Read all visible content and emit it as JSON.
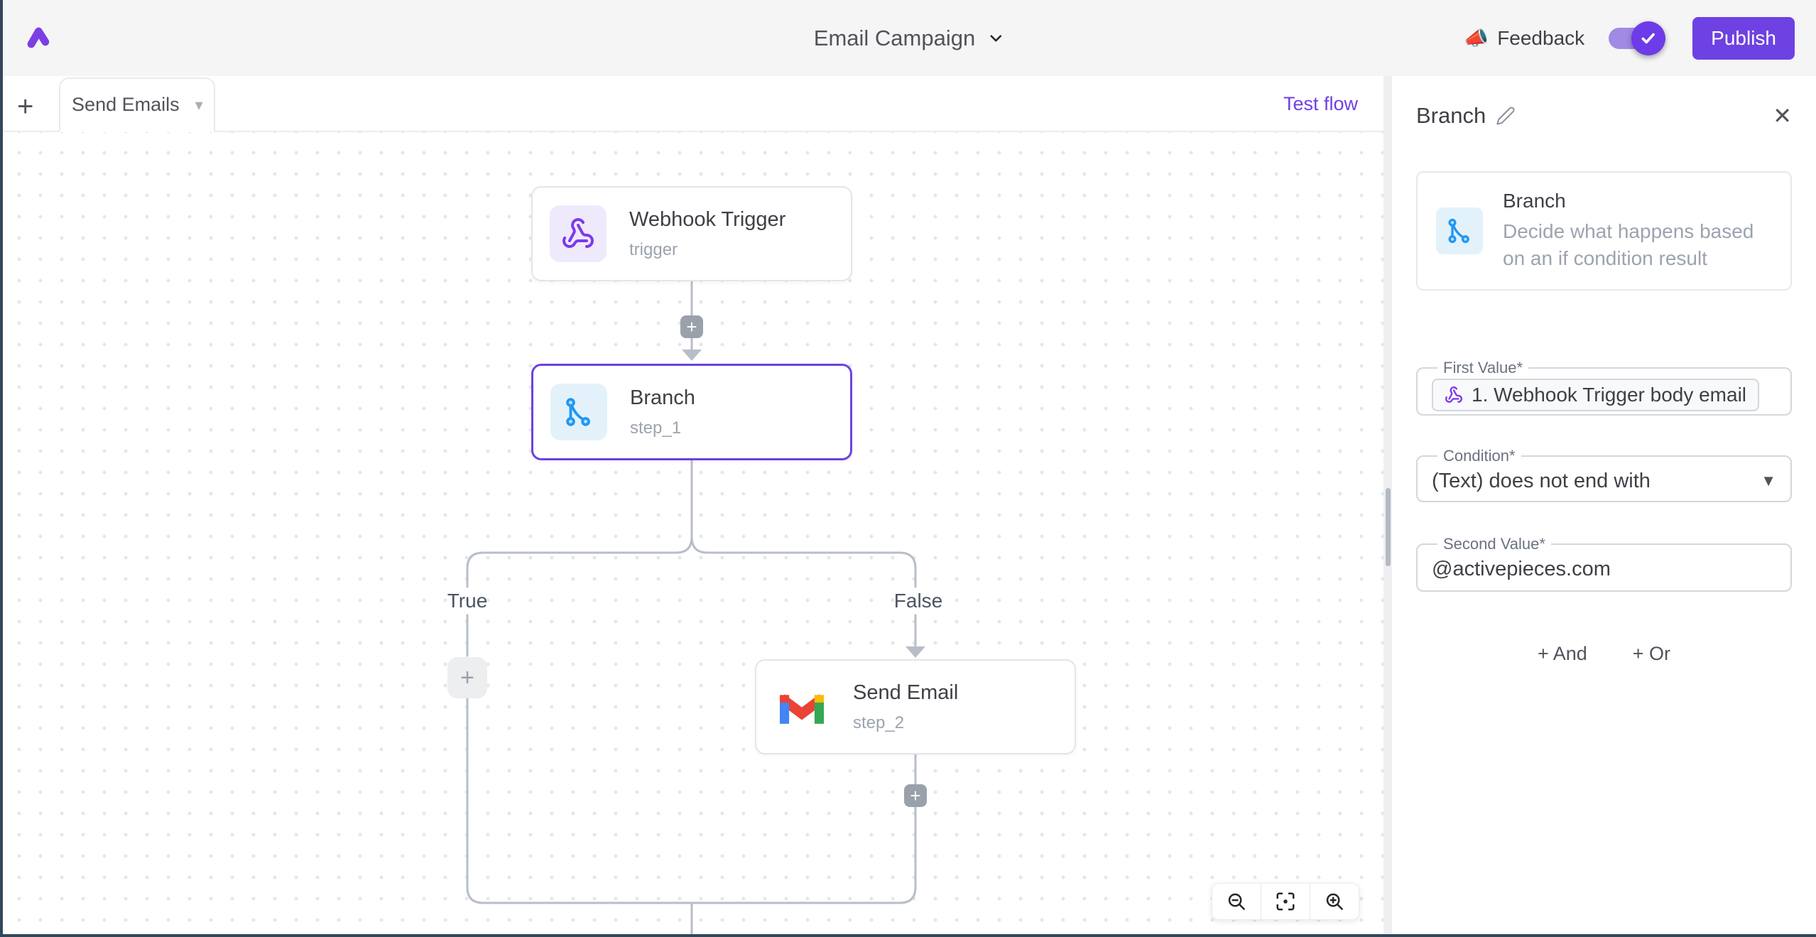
{
  "topbar": {
    "title": "Email Campaign",
    "feedback_emoji": "📣",
    "feedback_label": "Feedback",
    "publish_label": "Publish"
  },
  "toolbar": {
    "add_tab_label": "+",
    "tab_label": "Send Emails",
    "tab_caret": "▾",
    "test_flow_label": "Test flow"
  },
  "flow": {
    "nodes": [
      {
        "title": "Webhook Trigger",
        "subtitle": "trigger"
      },
      {
        "title": "Branch",
        "subtitle": "step_1"
      },
      {
        "title": "Send Email",
        "subtitle": "step_2"
      }
    ],
    "branch_labels": {
      "true": "True",
      "false": "False"
    },
    "plus_label": "+"
  },
  "panel": {
    "title": "Branch",
    "close_label": "✕",
    "card": {
      "title": "Branch",
      "description": "Decide what happens based on an if condition result"
    },
    "fields": {
      "first_value": {
        "label": "First Value*",
        "token": "1. Webhook Trigger body email"
      },
      "condition": {
        "label": "Condition*",
        "value": "(Text) does not end with",
        "caret": "▼"
      },
      "second_value": {
        "label": "Second Value*",
        "value": "@activepieces.com"
      }
    },
    "and_label": "+ And",
    "or_label": "+ Or"
  },
  "colors": {
    "accent": "#6e41e2",
    "logo": "#7b3fe4",
    "edge": "#b7bec7",
    "branch_icon": "#2196f3",
    "webhook_icon": "#7c3aed",
    "frame": "#32475b"
  }
}
